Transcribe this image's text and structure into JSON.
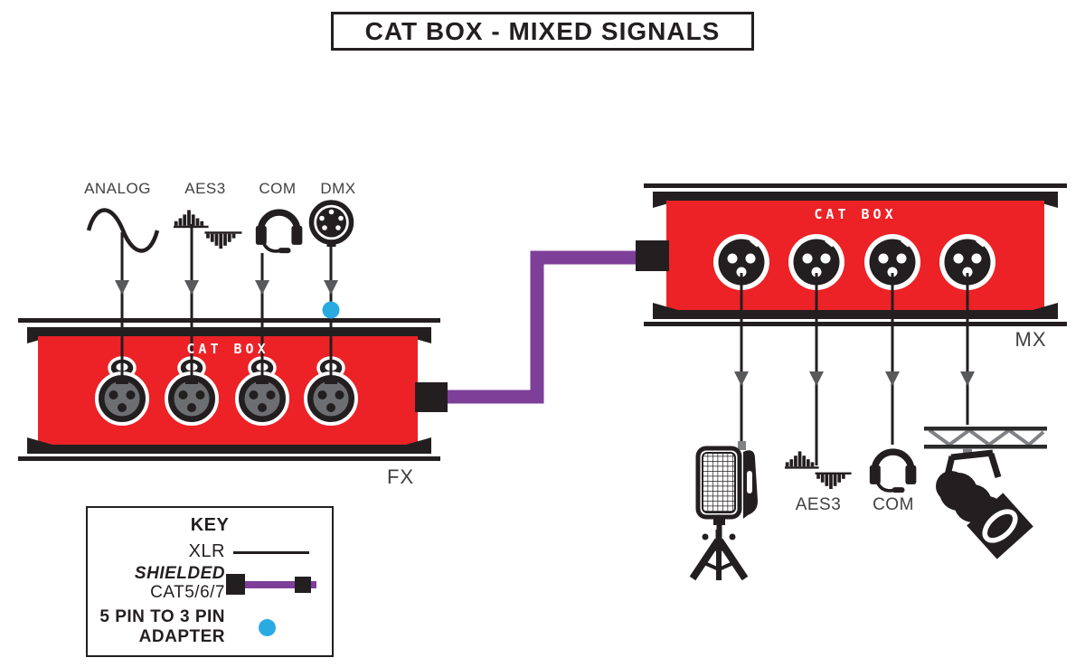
{
  "title": "CAT BOX - MIXED SIGNALS",
  "boxes": {
    "fx": {
      "panel_label": "CAT BOX",
      "name": "FX",
      "ports": 4
    },
    "mx": {
      "panel_label": "CAT BOX",
      "name": "MX",
      "ports": 4
    }
  },
  "inputs": [
    {
      "label": "ANALOG",
      "icon": "sine-wave-icon"
    },
    {
      "label": "AES3",
      "icon": "digital-audio-bars-icon"
    },
    {
      "label": "COM",
      "icon": "headset-icon"
    },
    {
      "label": "DMX",
      "icon": "dmx-5pin-connector-icon",
      "adapter": "blue-adapter-dot"
    }
  ],
  "outputs": [
    {
      "label": "",
      "icon": "led-panel-light-icon"
    },
    {
      "label": "AES3",
      "icon": "digital-audio-bars-icon"
    },
    {
      "label": "COM",
      "icon": "headset-icon"
    },
    {
      "label": "",
      "icon": "stage-light-truss-icon"
    }
  ],
  "key": {
    "title": "KEY",
    "entries": [
      {
        "label": "XLR",
        "symbol": "xlr-black-line"
      },
      {
        "label": "SHIELDED",
        "label2": "CAT5/6/7",
        "symbol": "purple-shielded-cable"
      },
      {
        "label": "5 PIN TO 3 PIN",
        "label2": "ADAPTER",
        "symbol": "blue-adapter-dot"
      }
    ]
  },
  "colors": {
    "red": "#EC2227",
    "purple": "#7D3F98",
    "blue": "#29ABE2",
    "ink": "#231F20",
    "arrow_gray": "#58595B",
    "truss_gray": "#808285",
    "xlr_inner_gray": "#6D6E71"
  }
}
